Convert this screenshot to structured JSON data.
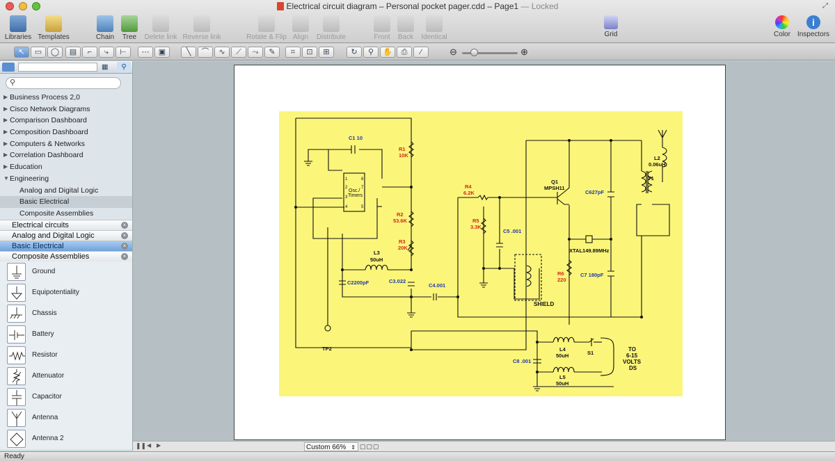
{
  "window": {
    "title": "Electrical circuit diagram – Personal pocket pager.cdd – Page1",
    "locked_label": "— Locked"
  },
  "toolbar": {
    "libraries": "Libraries",
    "templates": "Templates",
    "chain": "Chain",
    "tree": "Tree",
    "delete_link": "Delete link",
    "reverse_link": "Reverse link",
    "rotate_flip": "Rotate & Flip",
    "align": "Align",
    "distribute": "Distribute",
    "front": "Front",
    "back": "Back",
    "identical": "Identical",
    "grid": "Grid",
    "color": "Color",
    "inspectors": "Inspectors"
  },
  "sidebar": {
    "tree": [
      {
        "label": "Business Process 2,0",
        "expanded": false
      },
      {
        "label": "Cisco Network Diagrams",
        "expanded": false
      },
      {
        "label": "Comparison Dashboard",
        "expanded": false
      },
      {
        "label": "Composition Dashboard",
        "expanded": false
      },
      {
        "label": "Computers & Networks",
        "expanded": false
      },
      {
        "label": "Correlation Dashboard",
        "expanded": false
      },
      {
        "label": "Education",
        "expanded": false
      },
      {
        "label": "Engineering",
        "expanded": true
      },
      {
        "label": "Analog and Digital Logic",
        "child": true
      },
      {
        "label": "Basic Electrical",
        "child": true,
        "selected": true
      },
      {
        "label": "Composite Assemblies",
        "child": true
      }
    ],
    "open_libraries": [
      {
        "label": "Electrical circuits"
      },
      {
        "label": "Analog and Digital Logic"
      },
      {
        "label": "Basic Electrical",
        "selected": true
      },
      {
        "label": "Composite Assemblies"
      }
    ],
    "shapes": [
      {
        "label": "Ground",
        "icon": "ground-icon"
      },
      {
        "label": "Equipotentiality",
        "icon": "equipotentiality-icon"
      },
      {
        "label": "Chassis",
        "icon": "chassis-icon"
      },
      {
        "label": "Battery",
        "icon": "battery-icon"
      },
      {
        "label": "Resistor",
        "icon": "resistor-icon"
      },
      {
        "label": "Attenuator",
        "icon": "attenuator-icon"
      },
      {
        "label": "Capacitor",
        "icon": "capacitor-icon"
      },
      {
        "label": "Antenna",
        "icon": "antenna-icon"
      },
      {
        "label": "Antenna 2",
        "icon": "antenna2-icon"
      }
    ]
  },
  "diagram": {
    "background_color": "#fbf57a",
    "wire_color": "#111111",
    "ref_color": "#1f3aa8",
    "value_color": "#d22a18",
    "labels": {
      "c1": "C1 10",
      "r1": "R1",
      "r1_val": "10K",
      "ic1": "Osc./",
      "ic2": "Timers",
      "ic_p1": "1",
      "ic_p2": "2",
      "ic_p3": "3",
      "ic_p4": "4",
      "ic_p5": "5",
      "ic_p7": "7",
      "ic_p8": "8",
      "r2": "R2",
      "r2_val": "53.6K",
      "r3": "R3",
      "r3_val": "20K",
      "l3": "L3",
      "l3_val": "50uH",
      "c2": "C2200pF",
      "c3": "C3.022",
      "c4": "C4.001",
      "r4": "R4",
      "r4_val": "6.2K",
      "r5": "R5",
      "r5_val": "3.3K",
      "c5": "C5 .001",
      "q1": "Q1",
      "q1_val": "MPSH11",
      "c6": "C627pF",
      "xtal": "XTAL149.89MHz",
      "shield": "SHIELD",
      "r6": "R6",
      "r6_val": "220",
      "c7": "C7 180pF",
      "l2": "L2",
      "l2_val": "0.06uH",
      "t1": "T1",
      "tp2": "TP2",
      "c8": "C8 .001",
      "l4": "L4",
      "l4_val": "50uH",
      "s1": "S1",
      "l5": "L5",
      "l5_val": "50uH",
      "to1": "TO",
      "to2": "6-15",
      "to3": "VOLTS",
      "to4": "DS"
    }
  },
  "bottom": {
    "zoom_label": "Custom 66%",
    "status": "Ready"
  }
}
